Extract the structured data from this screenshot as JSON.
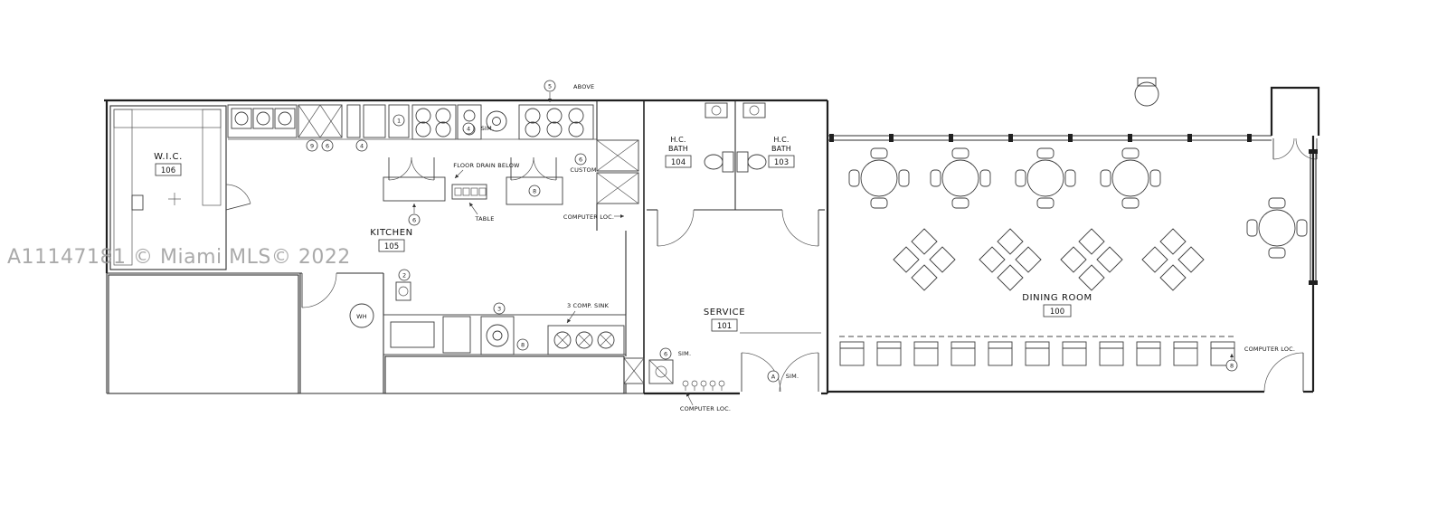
{
  "watermark": "A11147181 © Miami MLS© 2022",
  "rooms": {
    "wic": {
      "name": "W.I.C.",
      "number": "106"
    },
    "kitchen": {
      "name": "KITCHEN",
      "number": "105"
    },
    "bath104": {
      "line1": "H.C.",
      "line2": "BATH",
      "number": "104"
    },
    "bath103": {
      "line1": "H.C.",
      "line2": "BATH",
      "number": "103"
    },
    "service": {
      "name": "SERVICE",
      "number": "101"
    },
    "dining": {
      "name": "DINING ROOM",
      "number": "100"
    }
  },
  "annotations": {
    "above": "ABOVE",
    "floor_drain": "FLOOR DRAIN BELOW",
    "table": "TABLE",
    "custom": "CUSTOM",
    "comp_sink": "3 COMP. SINK",
    "computer_loc": "COMPUTER LOC.",
    "sim": "SIM.",
    "wh": "WH"
  },
  "keynotes": {
    "n1": "1",
    "n2": "2",
    "n3": "3",
    "n4": "4",
    "n5": "5",
    "n6": "6",
    "n8": "8",
    "n9": "9",
    "nA": "A"
  }
}
